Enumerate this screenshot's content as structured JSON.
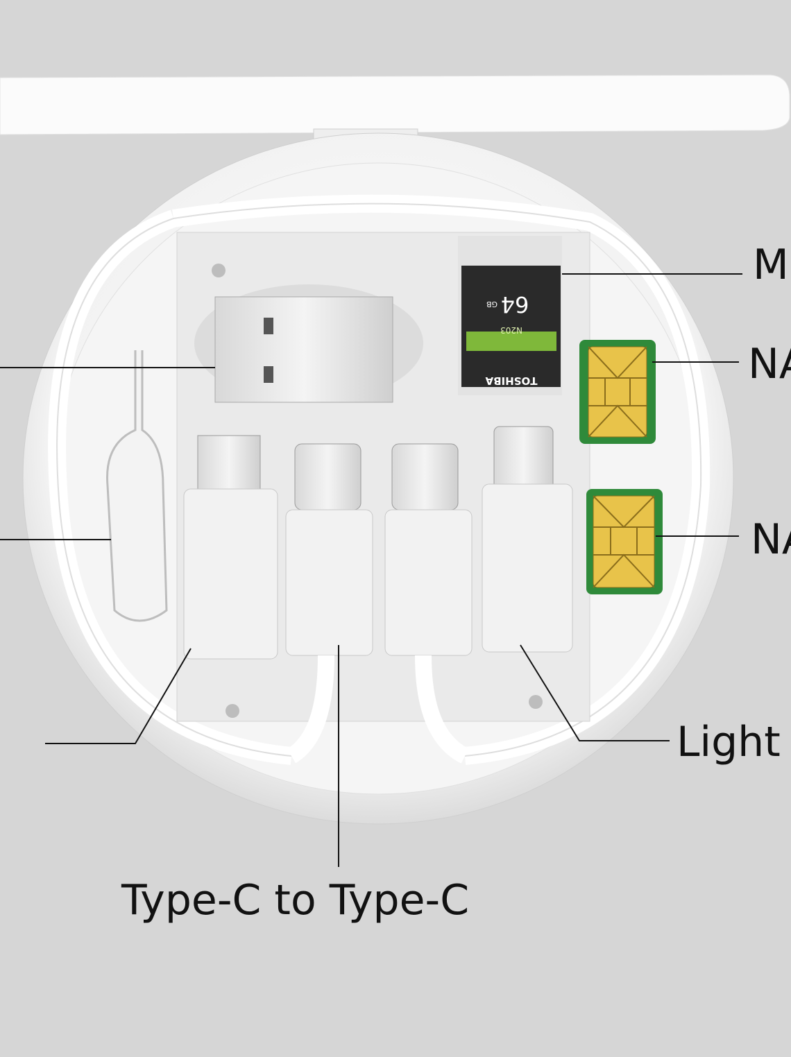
{
  "labels": {
    "top_right": "M",
    "sim_upper": "NA",
    "sim_lower": "NA",
    "lightning": "Light",
    "bottom": "Type-C to Type-C"
  },
  "memory_card": {
    "brand": "TOSHIBA",
    "capacity": "64",
    "capacity_unit": "GB",
    "model": "N203"
  },
  "colors": {
    "background": "#d6d6d6",
    "case": "#f7f7f7",
    "sim_gold": "#e8c34a",
    "sim_board": "#2f8a3a",
    "card_green": "#7fb83a",
    "card_body": "#2a2a2a"
  }
}
